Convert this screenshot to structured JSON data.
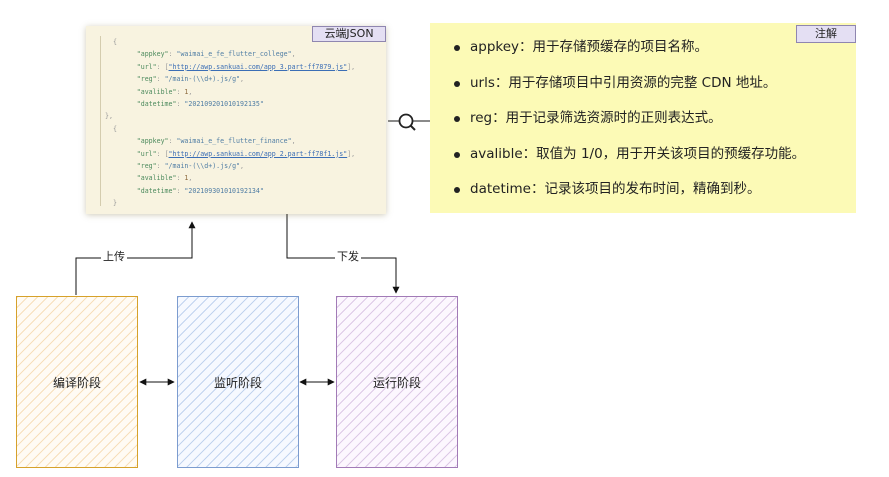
{
  "json_card": {
    "tag": "云端JSON",
    "lines": [
      {
        "t": "brace",
        "text": "  {"
      },
      {
        "t": "pair",
        "key": "\"appkey\"",
        "sep": ": ",
        "val": "\"waimai_e_fe_flutter_college\"",
        "vt": "str",
        "end": ","
      },
      {
        "t": "pair",
        "key": "\"url\"",
        "sep": ": [",
        "val": "\"http://awp.sankuai.com/app_3.part-ff7879.js\"",
        "vt": "link",
        "end": "],"
      },
      {
        "t": "pair",
        "key": "\"reg\"",
        "sep": ": ",
        "val": "\"/main-(\\\\d+).js/g\"",
        "vt": "str",
        "end": ","
      },
      {
        "t": "pair",
        "key": "\"avalible\"",
        "sep": ": ",
        "val": "1",
        "vt": "num",
        "end": ","
      },
      {
        "t": "pair",
        "key": "\"datetime\"",
        "sep": ": ",
        "val": "\"20210920101019213​5\"",
        "vt": "str",
        "end": ""
      },
      {
        "t": "brace",
        "text": "},"
      },
      {
        "t": "brace",
        "text": "  {"
      },
      {
        "t": "pair",
        "key": "\"appkey\"",
        "sep": ": ",
        "val": "\"waimai_e_fe_flutter_finance\"",
        "vt": "str",
        "end": ","
      },
      {
        "t": "pair",
        "key": "\"url\"",
        "sep": ": [",
        "val": "\"http://awp.sankuai.com/app_2.part-ff78f1.js\"",
        "vt": "link",
        "end": "],"
      },
      {
        "t": "pair",
        "key": "\"reg\"",
        "sep": ": ",
        "val": "\"/main-(\\\\d+).js/g\"",
        "vt": "str",
        "end": ","
      },
      {
        "t": "pair",
        "key": "\"avalible\"",
        "sep": ": ",
        "val": "1",
        "vt": "num",
        "end": ","
      },
      {
        "t": "pair",
        "key": "\"datetime\"",
        "sep": ": ",
        "val": "\"20210930101019213​4\"",
        "vt": "str",
        "end": ""
      },
      {
        "t": "brace",
        "text": "  }"
      }
    ]
  },
  "notes": {
    "tag": "注解",
    "items": [
      "appkey：用于存储预缓存的项目名称。",
      "urls：用于存储项目中引用资源的完整 CDN 地址。",
      "reg：用于记录筛选资源时的正则表达式。",
      "avalible：取值为 1/0，用于开关该项目的预缓存功能。",
      "datetime：记录该项目的发布时间，精确到秒。"
    ]
  },
  "stages": {
    "compile": "编译阶段",
    "monitor": "监听阶段",
    "runtime": "运行阶段"
  },
  "edges": {
    "upload": "上传",
    "deliver": "下发"
  },
  "colors": {
    "compile_border": "#d6a12a",
    "monitor_border": "#7c9ccf",
    "runtime_border": "#a27bb7",
    "notes_bg": "#fcfab6",
    "json_bg": "#f8f3e0",
    "tag_bg": "#e4dff3"
  },
  "icons": {
    "connector": "magnifier-icon"
  }
}
